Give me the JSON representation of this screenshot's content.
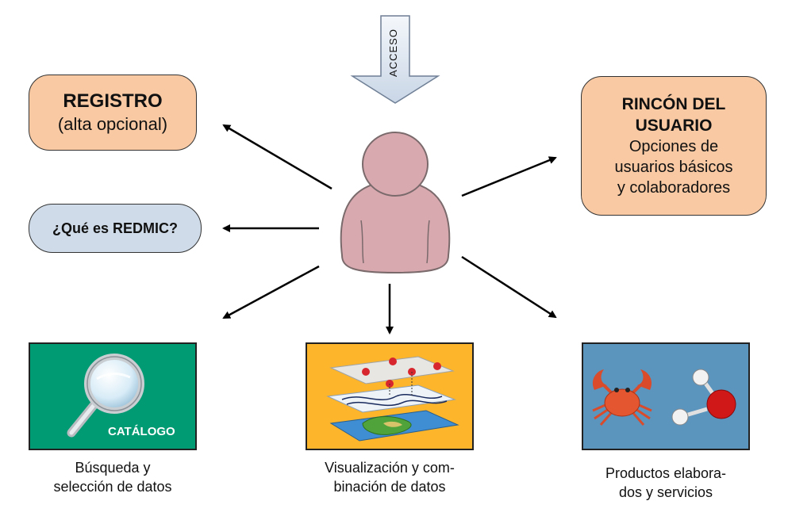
{
  "acceso": {
    "label": "ACCESO"
  },
  "registro": {
    "title": "REGISTRO",
    "subtitle": "(alta opcional)"
  },
  "que_es": {
    "label": "¿Qué es REDMIC?"
  },
  "rincon": {
    "title_lines": [
      "RINCÓN DEL",
      "USUARIO"
    ],
    "body_lines": [
      "Opciones de",
      "usuarios básicos",
      "y colaboradores"
    ]
  },
  "catalogo": {
    "tile_label": "CATÁLOGO",
    "caption_lines": [
      "Búsqueda y",
      "selección de datos"
    ]
  },
  "visualizacion": {
    "caption_lines": [
      "Visualización y com-",
      "binación de datos"
    ]
  },
  "productos": {
    "caption_lines": [
      "Productos elabora-",
      "dos y servicios"
    ]
  },
  "colors": {
    "peach": "#f8c9a3",
    "pill_blue": "#cfdbe8",
    "catalogo_green": "#009a73",
    "visual_orange": "#fdb52b",
    "productos_blue": "#5b94bd",
    "user_pink": "#d9a9b0"
  },
  "icons": [
    "user-silhouette-icon",
    "magnifying-glass-icon",
    "map-layers-icon",
    "crab-icon",
    "molecule-icon",
    "down-arrow-icon"
  ]
}
